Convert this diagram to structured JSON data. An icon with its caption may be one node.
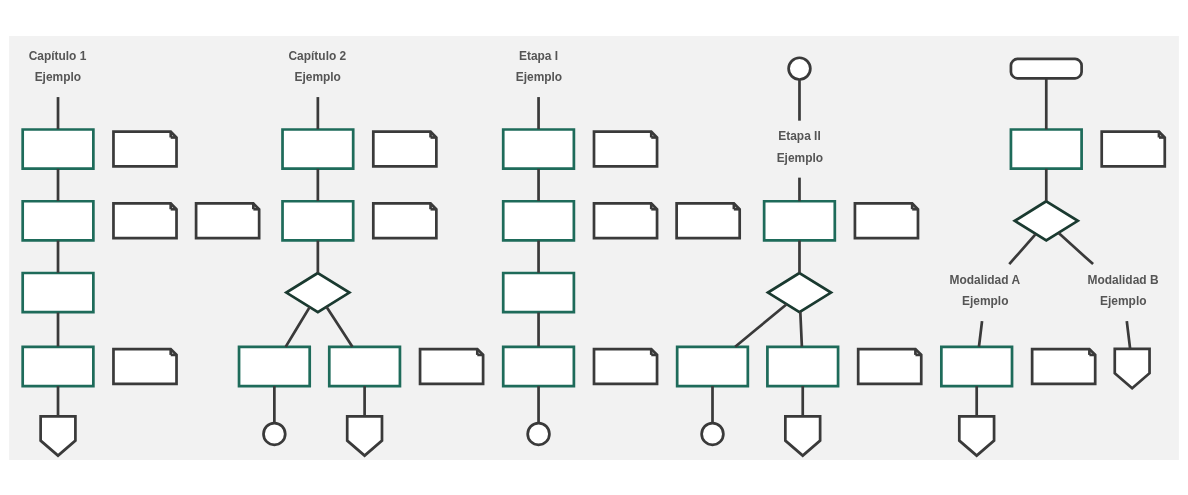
{
  "diagram": {
    "nodes": [
      {
        "text": [
          "Capítulo 1",
          "Ejemplo"
        ]
      },
      {
        "text": [],
        "shape": "box"
      },
      {
        "text": [],
        "shape": "document"
      },
      {
        "text": [],
        "shape": "box"
      },
      {
        "text": [],
        "shape": "document"
      },
      {
        "text": [],
        "shape": "document"
      },
      {
        "text": [],
        "shape": "box"
      },
      {
        "text": [],
        "shape": "box"
      },
      {
        "text": [],
        "shape": "document"
      },
      {
        "text": [],
        "shape": "pentagon"
      },
      {
        "text": [
          "Capítulo 2",
          "Ejemplo"
        ]
      },
      {
        "text": [],
        "shape": "box"
      },
      {
        "text": [],
        "shape": "document"
      },
      {
        "text": [],
        "shape": "box"
      },
      {
        "text": [],
        "shape": "document"
      },
      {
        "text": [],
        "shape": "diamond"
      },
      {
        "text": [],
        "shape": "box"
      },
      {
        "text": [],
        "shape": "circle"
      },
      {
        "text": [],
        "shape": "box"
      },
      {
        "text": [],
        "shape": "document"
      },
      {
        "text": [],
        "shape": "pentagon"
      },
      {
        "text": [
          "Etapa I",
          "Ejemplo"
        ]
      },
      {
        "text": [],
        "shape": "box"
      },
      {
        "text": [],
        "shape": "document"
      },
      {
        "text": [],
        "shape": "box"
      },
      {
        "text": [],
        "shape": "document"
      },
      {
        "text": [],
        "shape": "document"
      },
      {
        "text": [],
        "shape": "box"
      },
      {
        "text": [],
        "shape": "box"
      },
      {
        "text": [],
        "shape": "document"
      },
      {
        "text": [],
        "shape": "circle"
      },
      {
        "text": [],
        "shape": "circle"
      },
      {
        "text": [
          "Etapa II",
          "Ejemplo"
        ]
      },
      {
        "text": [],
        "shape": "box"
      },
      {
        "text": [],
        "shape": "document"
      },
      {
        "text": [],
        "shape": "diamond"
      },
      {
        "text": [],
        "shape": "box"
      },
      {
        "text": [],
        "shape": "circle"
      },
      {
        "text": [],
        "shape": "box"
      },
      {
        "text": [],
        "shape": "document"
      },
      {
        "text": [],
        "shape": "pentagon"
      },
      {
        "text": [],
        "shape": "terminator"
      },
      {
        "text": [],
        "shape": "box"
      },
      {
        "text": [],
        "shape": "document"
      },
      {
        "text": [],
        "shape": "diamond"
      },
      {
        "text": [
          "Modalidad A",
          "Ejemplo"
        ]
      },
      {
        "text": [
          "Modalidad B",
          "Ejemplo"
        ]
      },
      {
        "text": [],
        "shape": "box"
      },
      {
        "text": [],
        "shape": "document"
      },
      {
        "text": [],
        "shape": "pentagon"
      },
      {
        "text": [],
        "shape": "pentagon"
      }
    ],
    "edges": [
      {
        "from": 0,
        "to": 1,
        "arrow": "none"
      },
      {
        "from": 1,
        "to": 3,
        "arrow": "none"
      },
      {
        "from": 3,
        "to": 6,
        "arrow": "none"
      },
      {
        "from": 6,
        "to": 7,
        "arrow": "none"
      },
      {
        "from": 7,
        "to": 9,
        "arrow": "none"
      },
      {
        "from": 10,
        "to": 11,
        "arrow": "none"
      },
      {
        "from": 11,
        "to": 13,
        "arrow": "none"
      },
      {
        "from": 13,
        "to": 15,
        "arrow": "none"
      },
      {
        "from": 15,
        "to": 16,
        "arrow": "none"
      },
      {
        "from": 16,
        "to": 17,
        "arrow": "none"
      },
      {
        "from": 15,
        "to": 18,
        "arrow": "none"
      },
      {
        "from": 18,
        "to": 20,
        "arrow": "none"
      },
      {
        "from": 21,
        "to": 22,
        "arrow": "none"
      },
      {
        "from": 22,
        "to": 24,
        "arrow": "none"
      },
      {
        "from": 24,
        "to": 27,
        "arrow": "none"
      },
      {
        "from": 27,
        "to": 28,
        "arrow": "none"
      },
      {
        "from": 28,
        "to": 30,
        "arrow": "none"
      },
      {
        "from": 31,
        "to": 32,
        "arrow": "none"
      },
      {
        "from": 32,
        "to": 33,
        "arrow": "none"
      },
      {
        "from": 33,
        "to": 35,
        "arrow": "none"
      },
      {
        "from": 35,
        "to": 36,
        "arrow": "none"
      },
      {
        "from": 36,
        "to": 37,
        "arrow": "none"
      },
      {
        "from": 35,
        "to": 38,
        "arrow": "none"
      },
      {
        "from": 38,
        "to": 40,
        "arrow": "none"
      },
      {
        "from": 41,
        "to": 42,
        "arrow": "none"
      },
      {
        "from": 42,
        "to": 44,
        "arrow": "none"
      },
      {
        "from": 44,
        "to": 45,
        "arrow": "none"
      },
      {
        "from": 44,
        "to": 46,
        "arrow": "none"
      },
      {
        "from": 45,
        "to": 47,
        "arrow": "none"
      },
      {
        "from": 47,
        "to": 49,
        "arrow": "none"
      },
      {
        "from": 46,
        "to": 50,
        "arrow": "none"
      }
    ]
  }
}
